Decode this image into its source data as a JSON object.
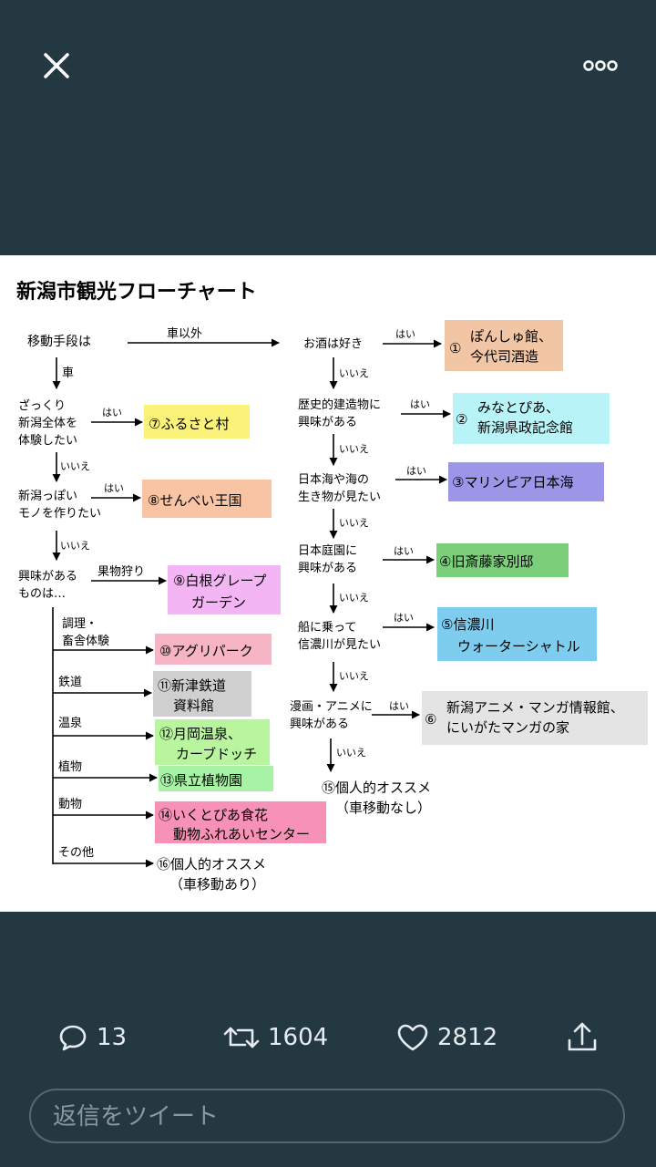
{
  "topbar": {
    "close_icon": "close-icon",
    "more_icon": "more-horizontal-icon"
  },
  "chart": {
    "title": "新潟市観光フローチャート",
    "yes": "はい",
    "no": "いいえ",
    "left": {
      "start": "移動手段は",
      "car_label": "車以外",
      "car": "車",
      "q1": [
        "ざっくり",
        "新潟全体を",
        "体験したい"
      ],
      "r7": "⑦ふるさと村",
      "q2": [
        "新潟っぽい",
        "モノを作りたい"
      ],
      "r8": "⑧せんべい王国",
      "q3": [
        "興味がある",
        "ものは…"
      ],
      "fruit": "果物狩り",
      "r9": [
        "⑨白根グレープ",
        "ガーデン"
      ],
      "b_cook": [
        "調理・",
        "畜舎体験"
      ],
      "r10": "⑩アグリパーク",
      "b_rail": "鉄道",
      "r11": [
        "⑪新津鉄道",
        "資料館"
      ],
      "b_onsen": "温泉",
      "r12": [
        "⑫月岡温泉、",
        "カーブドッチ"
      ],
      "b_plant": "植物",
      "r13": "⑬県立植物園",
      "b_animal": "動物",
      "r14": [
        "⑭いくとぴあ食花",
        "動物ふれあいセンター"
      ],
      "b_other": "その他",
      "r16": [
        "⑯個人的オススメ",
        "（車移動あり）"
      ]
    },
    "right": {
      "q1": "お酒は好き",
      "r1": [
        "①",
        "ぽんしゅ館、",
        "今代司酒造"
      ],
      "q2": [
        "歴史的建造物に",
        "興味がある"
      ],
      "r2": [
        "②",
        "みなとぴあ、",
        "新潟県政記念館"
      ],
      "q3": [
        "日本海や海の",
        "生き物が見たい"
      ],
      "r3": "③マリンピア日本海",
      "q4": [
        "日本庭園に",
        "興味がある"
      ],
      "r4": "④旧斎藤家別邸",
      "q5": [
        "船に乗って",
        "信濃川が見たい"
      ],
      "r5": [
        "⑤信濃川",
        "ウォーターシャトル"
      ],
      "q6": [
        "漫画・アニメに",
        "興味がある"
      ],
      "r6": [
        "⑥",
        "新潟アニメ・マンガ情報館、",
        "にいがたマンガの家"
      ],
      "r15": [
        "⑮個人的オススメ",
        "（車移動なし）"
      ]
    },
    "colors": {
      "r1": "#f2c6a5",
      "r2": "#b8f3f7",
      "r3": "#9d95e8",
      "r4": "#7ccf7a",
      "r5": "#7ecdef",
      "r6": "#e4e4e4",
      "r7": "#fbf27a",
      "r8": "#f8c4a3",
      "r9": "#f3b5f3",
      "r10": "#f6b4c4",
      "r11": "#d0d0d0",
      "r12": "#b8f59e",
      "r13": "#a6f3a5",
      "r14": "#f792b6"
    }
  },
  "actions": {
    "reply_count": "13",
    "retweet_count": "1604",
    "like_count": "2812",
    "reply_icon": "comment-icon",
    "retweet_icon": "retweet-icon",
    "like_icon": "heart-icon",
    "share_icon": "share-icon"
  },
  "reply_box": {
    "placeholder": "返信をツイート"
  }
}
